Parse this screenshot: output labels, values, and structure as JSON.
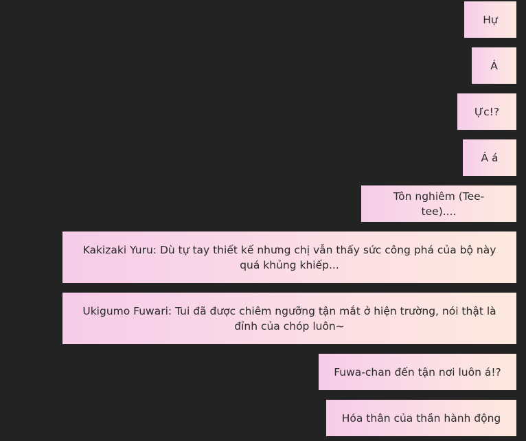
{
  "messages": [
    {
      "text": "Hự"
    },
    {
      "text": "Á"
    },
    {
      "text": "Ực!?"
    },
    {
      "text": "Á á"
    },
    {
      "text": "Tôn nghiêm (Tee-tee)...."
    },
    {
      "text": "Kakizaki Yuru: Dù tự tay thiết kế nhưng chị vẫn thấy sức công phá của bộ này quá khủng khiếp..."
    },
    {
      "text": "Ukigumo Fuwari: Tui đã được chiêm ngưỡng tận mắt ở hiện trường, nói thật là đỉnh của chóp luôn~"
    },
    {
      "text": "Fuwa-chan đến tận nơi luôn á!?"
    },
    {
      "text": "Hóa thân của thần hành động"
    }
  ],
  "colors": {
    "background": "#232323",
    "bubble_gradient_start": "#f6cce9",
    "bubble_gradient_end": "#fde9df",
    "text": "#2a2a2a"
  }
}
